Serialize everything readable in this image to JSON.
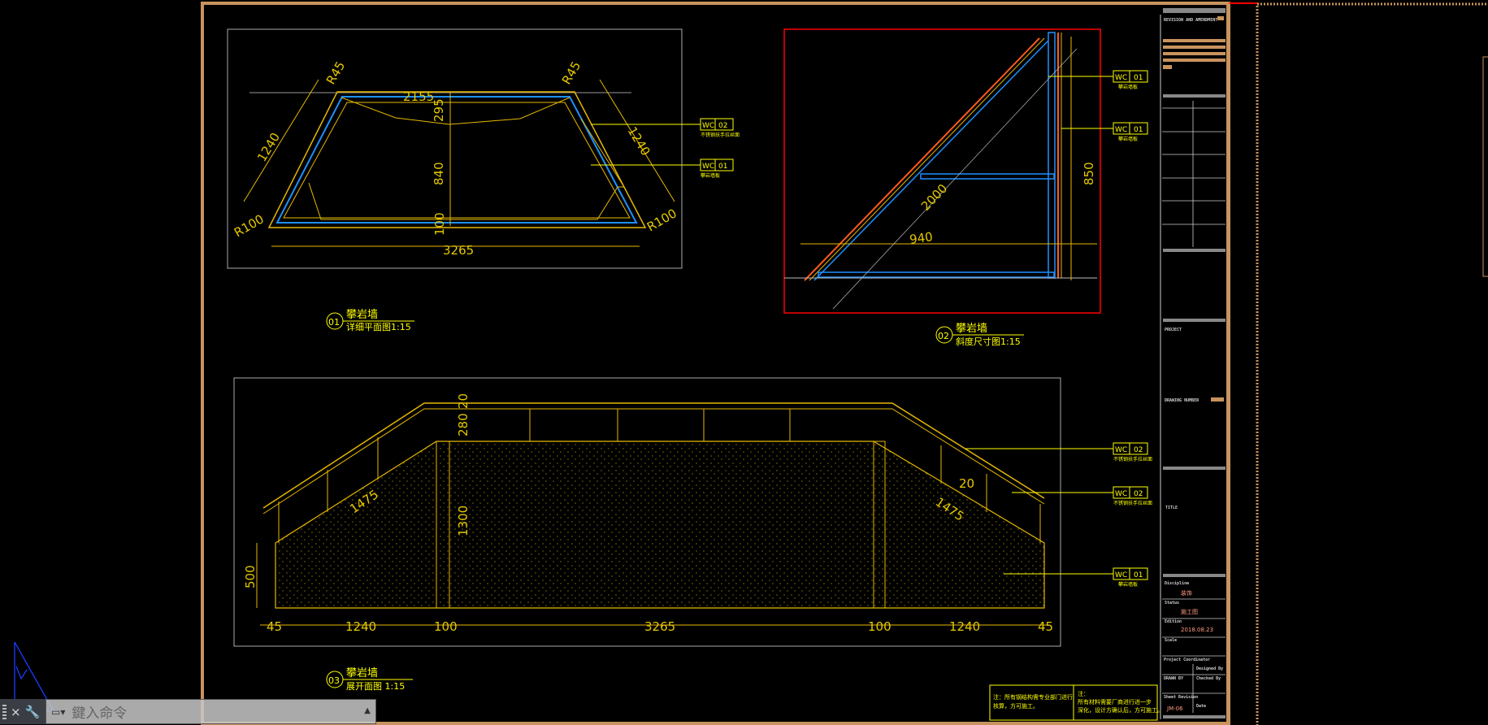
{
  "views": {
    "v1": {
      "number": "01",
      "title": "攀岩墙",
      "subtitle": "详细平面图1:15",
      "dims": [
        "1240",
        "1240",
        "R100",
        "R100",
        "R45",
        "R45",
        "2155",
        "295",
        "840",
        "100",
        "3265"
      ],
      "callouts": [
        {
          "code": "WC",
          "num": "02",
          "desc": "不锈钢扶手拉丝面"
        },
        {
          "code": "WC",
          "num": "01",
          "desc": "攀岩墙板"
        }
      ]
    },
    "v2": {
      "number": "02",
      "title": "攀岩墙",
      "subtitle": "斜度尺寸图1:15",
      "dims": [
        "2000",
        "940",
        "850"
      ],
      "callouts": [
        {
          "code": "WC",
          "num": "01",
          "desc": "攀岩墙板"
        },
        {
          "code": "WC",
          "num": "01",
          "desc": "攀岩墙板"
        }
      ]
    },
    "v3": {
      "number": "03",
      "title": "攀岩墙",
      "subtitle": "展开面图 1:15",
      "dims": [
        "45",
        "1240",
        "100",
        "3265",
        "100",
        "1240",
        "45",
        "500",
        "1300",
        "280",
        "20",
        "1475",
        "1475",
        "20"
      ],
      "callouts": [
        {
          "code": "WC",
          "num": "02",
          "desc": "不锈钢扶手拉丝面"
        },
        {
          "code": "WC",
          "num": "02",
          "desc": "不锈钢扶手拉丝面"
        },
        {
          "code": "WC",
          "num": "01",
          "desc": "攀岩墙板"
        }
      ]
    }
  },
  "notes": {
    "left": [
      "注：所有钢结构需专业部门进行",
      "核算，方可施工。"
    ],
    "right_title": "注：",
    "right": [
      "所有材料需要厂商进行进一步",
      "深化，设计方确认后，方可施工。"
    ]
  },
  "title_block": {
    "revision_header": "REVISION AND AMENDMENT",
    "project": "PROJECT",
    "drawing": "DRAWING NUMBER",
    "title": "TITLE",
    "discipline_label": "Discipline",
    "discipline_value": "装饰",
    "status_label": "Status",
    "status_value": "施工图",
    "edition_label": "Edition",
    "edition_value": "2018.08.23",
    "scale_label": "Scale",
    "project_coord": "Project Coordinator",
    "designed_by": "Designed By",
    "drawn_by": "DRAWN BY",
    "checked_by": "Checked By",
    "sheet_revision": "Sheet Revision",
    "date": "Date",
    "sheet_no": "JM-06"
  },
  "command_bar": {
    "placeholder": "鍵入命令",
    "close_icon": "×"
  },
  "colors": {
    "frame": "#c8935e",
    "annotation": "#ffff00",
    "geometry": "#e6b800",
    "steel": "#1e90ff",
    "viewport": "#ff0000"
  }
}
